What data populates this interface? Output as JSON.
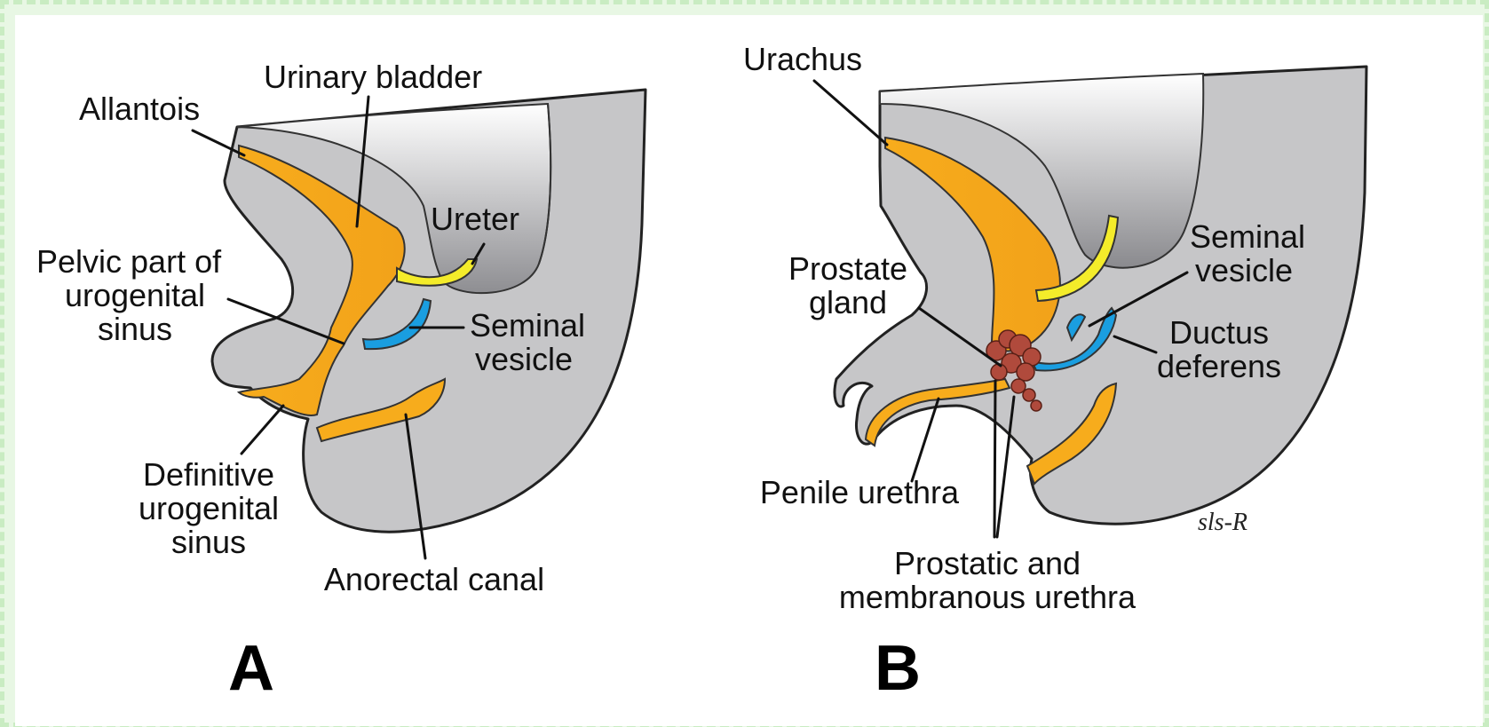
{
  "panel_a": {
    "letter": "A",
    "labels": {
      "urinary_bladder": "Urinary bladder",
      "allantois": "Allantois",
      "ureter": "Ureter",
      "pelvic_part_1": "Pelvic part of",
      "pelvic_part_2": "urogenital",
      "pelvic_part_3": "sinus",
      "seminal_vesicle_1": "Seminal",
      "seminal_vesicle_2": "vesicle",
      "definitive_1": "Definitive",
      "definitive_2": "urogenital",
      "definitive_3": "sinus",
      "anorectal_canal": "Anorectal canal"
    }
  },
  "panel_b": {
    "letter": "B",
    "labels": {
      "urachus": "Urachus",
      "seminal_vesicle_1": "Seminal",
      "seminal_vesicle_2": "vesicle",
      "prostate_gland_1": "Prostate",
      "prostate_gland_2": "gland",
      "ductus_deferens_1": "Ductus",
      "ductus_deferens_2": "deferens",
      "penile_urethra": "Penile urethra",
      "prostatic_1": "Prostatic and",
      "prostatic_2": "membranous urethra"
    },
    "signature": "sls-R"
  },
  "colors": {
    "tissue": "#c6c6c8",
    "urogenital": "#f7ac1c",
    "ureter": "#f4ec2a",
    "seminal_vesicle": "#1a9ee0",
    "prostate": "#b04a3c"
  }
}
